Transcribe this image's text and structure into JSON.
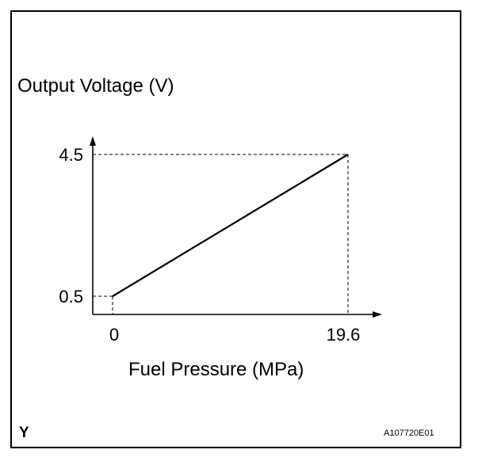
{
  "chart_data": {
    "type": "line",
    "ylabel": "Output Voltage (V)",
    "xlabel": "Fuel Pressure (MPa)",
    "x": [
      0,
      19.6
    ],
    "series": [
      {
        "values": [
          0.5,
          4.5
        ]
      }
    ],
    "x_ticks": [
      "0",
      "19.6"
    ],
    "y_ticks": [
      "4.5",
      "0.5"
    ],
    "grid": false,
    "reference_lines": "dashed"
  },
  "footer": {
    "left_mark": "Y",
    "figure_id": "A107720E01"
  }
}
